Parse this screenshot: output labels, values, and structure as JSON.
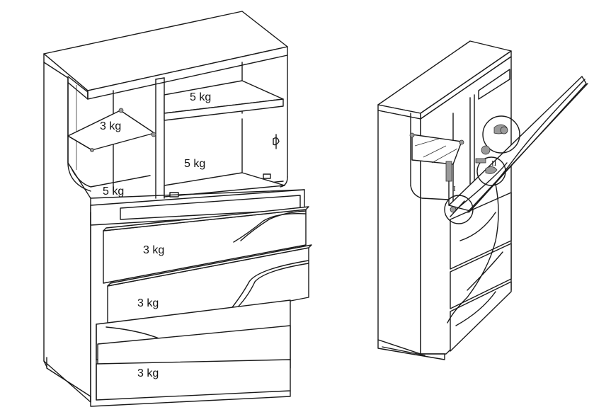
{
  "load_labels": {
    "glass_shelf": "3 kg",
    "upper_shelf": "5 kg",
    "middle_shelf": "5 kg",
    "bottom_shelf": "5 kg",
    "drawer_1": "3 kg",
    "drawer_2": "3 kg",
    "drawer_3": "3 kg"
  },
  "detail_markers": {
    "marker_1": "I",
    "marker_2": "II"
  },
  "icons": {
    "left_cabinet": "cabinet-front-view-icon",
    "right_cabinet": "cabinet-flap-open-icon",
    "detail_circle": "magnified-detail-icon",
    "hinge": "hinge-icon"
  },
  "colors": {
    "line": "#1a1a1a",
    "background": "#ffffff"
  }
}
